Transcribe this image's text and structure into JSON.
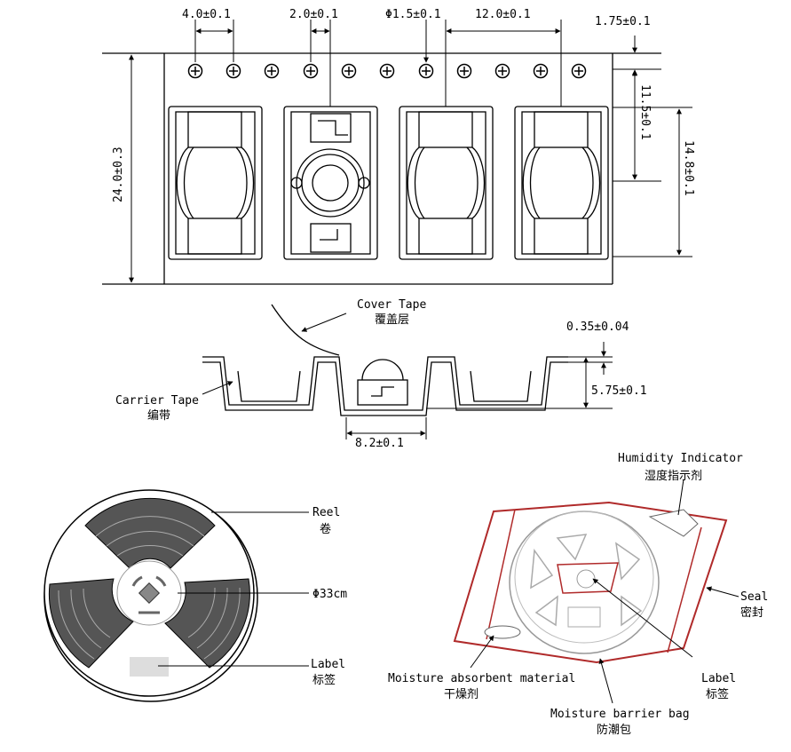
{
  "tape_top_view": {
    "dim_hole_pitch": "4.0±0.1",
    "dim_pocket_offset": "2.0±0.1",
    "dim_hole_dia": "Φ1.5±0.1",
    "dim_pocket_pitch": "12.0±0.1",
    "dim_edge_to_hole": "1.75±0.1",
    "dim_tape_width": "24.0±0.3",
    "dim_hole_to_pocket_center": "11.5±0.1",
    "dim_pocket_length": "14.8±0.1"
  },
  "tape_side_view": {
    "cover_tape_en": "Cover Tape",
    "cover_tape_cn": "覆盖层",
    "carrier_tape_en": "Carrier Tape",
    "carrier_tape_cn": "编带",
    "dim_thickness": "0.35±0.04",
    "dim_depth": "5.75±0.1",
    "dim_pocket_width": "8.2±0.1"
  },
  "reel": {
    "reel_en": "Reel",
    "reel_cn": "卷",
    "diameter": "Φ33cm",
    "label_en": "Label",
    "label_cn": "标签"
  },
  "bag": {
    "humidity_en": "Humidity Indicator",
    "humidity_cn": "湿度指示剂",
    "seal_en": "Seal",
    "seal_cn": "密封",
    "label_en": "Label",
    "label_cn": "标签",
    "absorbent_en": "Moisture absorbent material",
    "absorbent_cn": "干燥剂",
    "barrier_en": "Moisture barrier bag",
    "barrier_cn": "防潮包"
  },
  "colors": {
    "bag_outline": "#b02a2a",
    "reel_gray": "#555555"
  }
}
